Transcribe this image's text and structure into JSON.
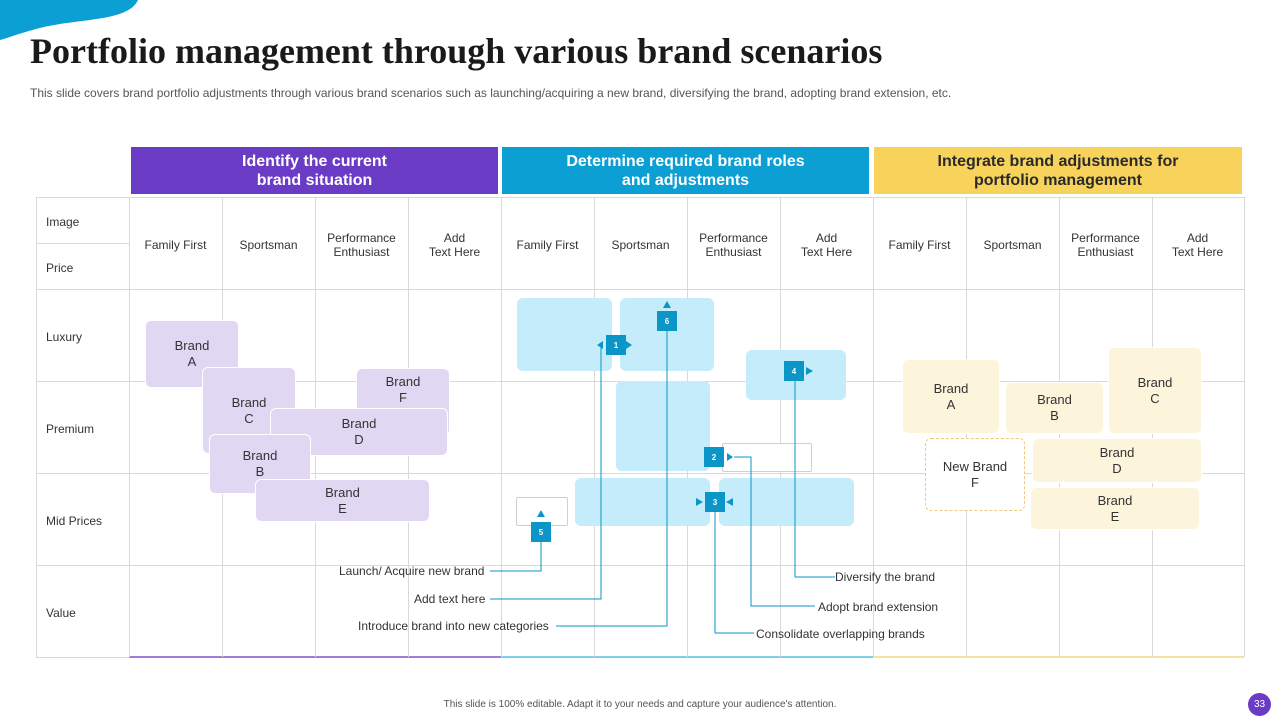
{
  "title": "Portfolio management through various brand scenarios",
  "subtitle": "This slide covers brand portfolio adjustments through various brand scenarios such as launching/acquiring a new brand, diversifying the brand, adopting brand extension, etc.",
  "colors": {
    "purple": "#6a3bc4",
    "blue": "#0b9fd4",
    "yellow": "#f7d35c",
    "marker": "#0b96c7"
  },
  "sections": [
    {
      "label": "Identify the current\nbrand situation"
    },
    {
      "label": "Determine required brand roles\nand adjustments"
    },
    {
      "label": "Integrate brand adjustments for\nportfolio management"
    }
  ],
  "row_labels": {
    "image": "Image",
    "price": "Price",
    "luxury": "Luxury",
    "premium": "Premium",
    "mid": "Mid Prices",
    "value": "Value"
  },
  "columns": [
    "Family First",
    "Sportsman",
    "Performance\nEnthusiast",
    "Add\nText Here"
  ],
  "left_brands": {
    "a": "Brand\nA",
    "c": "Brand\nC",
    "f": "Brand\nF",
    "d": "Brand\nD",
    "b": "Brand\nB",
    "e": "Brand\nE"
  },
  "right_brands": {
    "a": "Brand\nA",
    "b": "Brand\nB",
    "c": "Brand\nC",
    "new_f": "New Brand\nF",
    "d": "Brand\nD",
    "e": "Brand\nE"
  },
  "markers": {
    "m1": "1",
    "m2": "2",
    "m3": "3",
    "m4": "4",
    "m5": "5",
    "m6": "6"
  },
  "scenarios": {
    "launch": "Launch/ Acquire new brand",
    "add_text": "Add text here",
    "introduce": "Introduce brand into new categories",
    "diversify": "Diversify the brand",
    "extension": "Adopt brand extension",
    "consolidate": "Consolidate overlapping brands"
  },
  "footer": "This slide is 100% editable. Adapt it to your needs and capture your audience's attention.",
  "page_number": "33"
}
